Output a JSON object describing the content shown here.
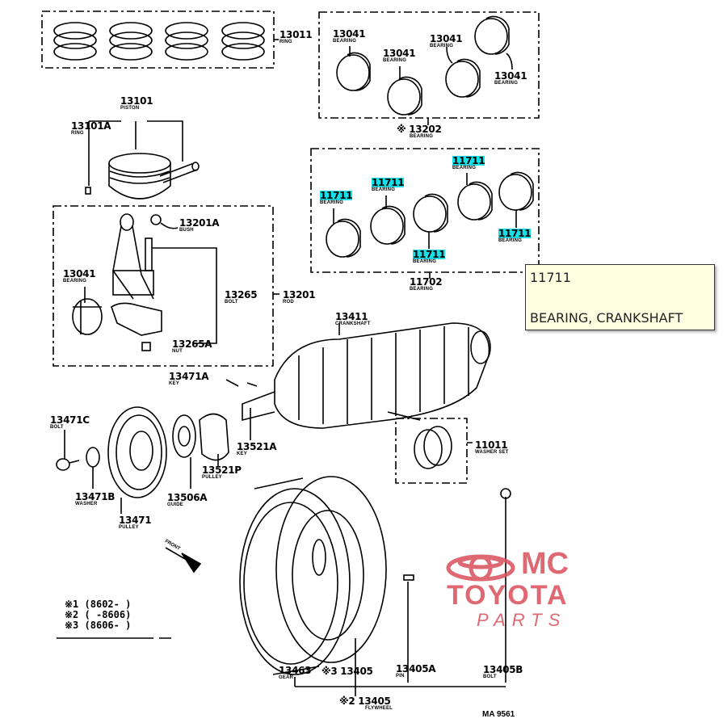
{
  "diagram_code": "MA 9561",
  "callouts": [
    {
      "number": "13011",
      "name": "RING"
    },
    {
      "number": "13101",
      "name": "PISTON"
    },
    {
      "number": "13101A",
      "name": "RING"
    },
    {
      "number": "13201A",
      "name": "BUSH"
    },
    {
      "number": "13041",
      "name": "BEARING"
    },
    {
      "number": "13265",
      "name": "BOLT"
    },
    {
      "number": "13201",
      "name": "ROD"
    },
    {
      "number": "13265A",
      "name": "NUT"
    },
    {
      "number": "13041",
      "name": "BEARING"
    },
    {
      "number": "13041",
      "name": "BEARING"
    },
    {
      "number": "13041",
      "name": "BEARING"
    },
    {
      "number": "13041",
      "name": "BEARING"
    },
    {
      "number": "※ 13202",
      "name": "BEARING"
    },
    {
      "number": "11711",
      "name": "BEARING",
      "highlighted": true
    },
    {
      "number": "11711",
      "name": "BEARING",
      "highlighted": true
    },
    {
      "number": "11711",
      "name": "BEARING",
      "highlighted": true
    },
    {
      "number": "11711",
      "name": "BEARING",
      "highlighted": true
    },
    {
      "number": "11711",
      "name": "BEARING",
      "highlighted": true
    },
    {
      "number": "11702",
      "name": "BEARING"
    },
    {
      "number": "13411",
      "name": "CRANKSHAFT"
    },
    {
      "number": "13471A",
      "name": "KEY"
    },
    {
      "number": "13471C",
      "name": "BOLT"
    },
    {
      "number": "13521A",
      "name": "KEY"
    },
    {
      "number": "13521P",
      "name": "PULLEY"
    },
    {
      "number": "11011",
      "name": "WASHER SET"
    },
    {
      "number": "13471B",
      "name": "WASHER"
    },
    {
      "number": "13506A",
      "name": "GUIDE"
    },
    {
      "number": "13471",
      "name": "PULLEY"
    },
    {
      "number": "13463",
      "name": "GEAR"
    },
    {
      "number": "※3 13405",
      "name": ""
    },
    {
      "number": "13405A",
      "name": "PIN"
    },
    {
      "number": "13405B",
      "name": "BOLT"
    },
    {
      "number": "※2 13405",
      "name": "FLYWHEEL"
    }
  ],
  "front_arrow": "FRONT",
  "legend": [
    {
      "mark": "※1",
      "range": "(8602-      )"
    },
    {
      "mark": "※2",
      "range": "(      -8606)"
    },
    {
      "mark": "※3",
      "range": "(8606-      )"
    }
  ],
  "tooltip": {
    "number": "11711",
    "description": "BEARING, CRANKSHAFT"
  },
  "watermark": {
    "line1": "MC",
    "line2": "TOYOTA",
    "line3": "PARTS",
    "color": "#d9505a"
  },
  "highlight_color": "#18e0e8"
}
